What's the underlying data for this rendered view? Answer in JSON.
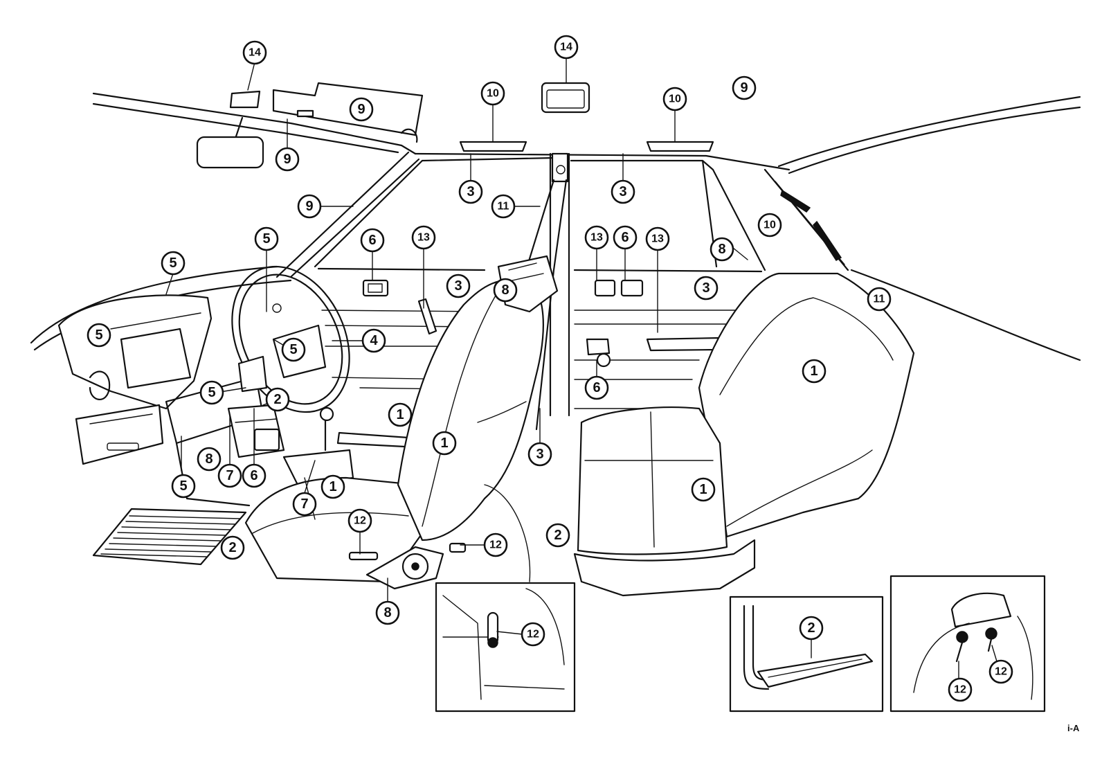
{
  "callouts": [
    {
      "id": "c14a",
      "label": "14"
    },
    {
      "id": "c14b",
      "label": "14"
    },
    {
      "id": "c9a",
      "label": "9"
    },
    {
      "id": "c9b",
      "label": "9"
    },
    {
      "id": "c9c",
      "label": "9"
    },
    {
      "id": "c9d",
      "label": "9"
    },
    {
      "id": "c10a",
      "label": "10"
    },
    {
      "id": "c10b",
      "label": "10"
    },
    {
      "id": "c10c",
      "label": "10"
    },
    {
      "id": "c3a",
      "label": "3"
    },
    {
      "id": "c3b",
      "label": "3"
    },
    {
      "id": "c3c",
      "label": "3"
    },
    {
      "id": "c3d",
      "label": "3"
    },
    {
      "id": "c3e",
      "label": "3"
    },
    {
      "id": "c11a",
      "label": "11"
    },
    {
      "id": "c11b",
      "label": "11"
    },
    {
      "id": "c6a",
      "label": "6"
    },
    {
      "id": "c6b",
      "label": "6"
    },
    {
      "id": "c6c",
      "label": "6"
    },
    {
      "id": "c6d",
      "label": "6"
    },
    {
      "id": "c13a",
      "label": "13"
    },
    {
      "id": "c13b",
      "label": "13"
    },
    {
      "id": "c13c",
      "label": "13"
    },
    {
      "id": "c8a",
      "label": "8"
    },
    {
      "id": "c8b",
      "label": "8"
    },
    {
      "id": "c8c",
      "label": "8"
    },
    {
      "id": "c8d",
      "label": "8"
    },
    {
      "id": "c5a",
      "label": "5"
    },
    {
      "id": "c5b",
      "label": "5"
    },
    {
      "id": "c5c",
      "label": "5"
    },
    {
      "id": "c5d",
      "label": "5"
    },
    {
      "id": "c5e",
      "label": "5"
    },
    {
      "id": "c5f",
      "label": "5"
    },
    {
      "id": "c4a",
      "label": "4"
    },
    {
      "id": "c1a",
      "label": "1"
    },
    {
      "id": "c1b",
      "label": "1"
    },
    {
      "id": "c1c",
      "label": "1"
    },
    {
      "id": "c1d",
      "label": "1"
    },
    {
      "id": "c1e",
      "label": "1"
    },
    {
      "id": "c2a",
      "label": "2"
    },
    {
      "id": "c2b",
      "label": "2"
    },
    {
      "id": "c2c",
      "label": "2"
    },
    {
      "id": "c2d",
      "label": "2"
    },
    {
      "id": "c7a",
      "label": "7"
    },
    {
      "id": "c7b",
      "label": "7"
    },
    {
      "id": "c12a",
      "label": "12"
    },
    {
      "id": "c12b",
      "label": "12"
    },
    {
      "id": "c12c",
      "label": "12"
    },
    {
      "id": "c12d",
      "label": "12"
    },
    {
      "id": "c12e",
      "label": "12"
    }
  ],
  "page_code": "i-A"
}
